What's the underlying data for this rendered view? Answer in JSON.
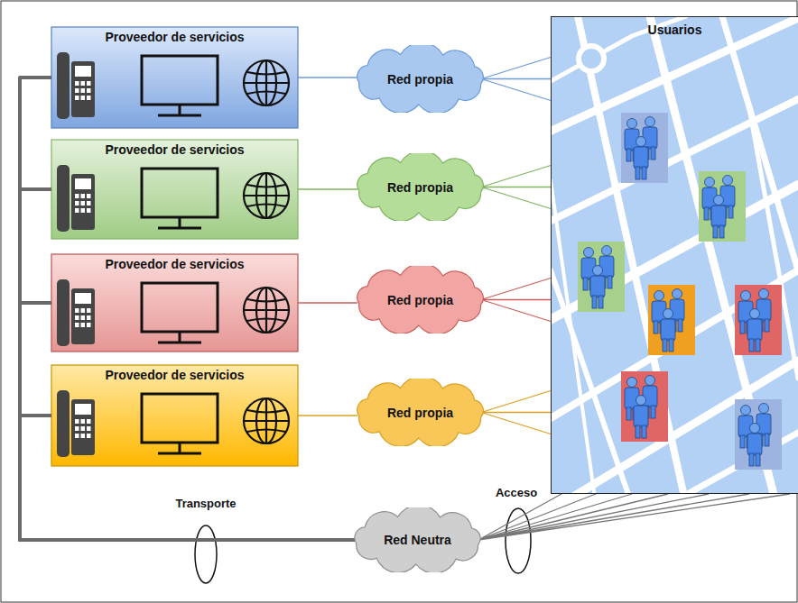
{
  "diagram": {
    "nodes": [
      {
        "text": [
          "Proveedor de servicios"
        ]
      },
      {
        "text": [
          "Red propia"
        ]
      },
      {
        "text": [
          "Usuarios"
        ]
      },
      {
        "text": [
          "Proveedor de servicios"
        ]
      },
      {
        "text": [
          "Red propia"
        ]
      },
      {
        "text": [
          "Proveedor de servicios"
        ]
      },
      {
        "text": [
          "Red propia"
        ]
      },
      {
        "text": [
          "Proveedor de servicios"
        ]
      },
      {
        "text": [
          "Red propia"
        ]
      },
      {
        "text": [
          "Red Neutra"
        ]
      }
    ],
    "edges": [
      {
        "from": 0,
        "to": 1,
        "arrow": "none"
      },
      {
        "from": 1,
        "to": 2,
        "arrow": "none"
      },
      {
        "from": 3,
        "to": 4,
        "arrow": "none"
      },
      {
        "from": 4,
        "to": 2,
        "arrow": "none"
      },
      {
        "from": 5,
        "to": 6,
        "arrow": "none"
      },
      {
        "from": 6,
        "to": 2,
        "arrow": "none"
      },
      {
        "from": 7,
        "to": 8,
        "arrow": "none"
      },
      {
        "from": 8,
        "to": 2,
        "arrow": "none"
      },
      {
        "from": 0,
        "to": 9,
        "arrow": "none"
      },
      {
        "from": 3,
        "to": 9,
        "arrow": "none"
      },
      {
        "from": 5,
        "to": 9,
        "arrow": "none"
      },
      {
        "from": 7,
        "to": 9,
        "arrow": "none"
      },
      {
        "from": 9,
        "to": 2,
        "arrow": "none"
      }
    ],
    "labels": [
      "Transporte",
      "Acceso"
    ]
  }
}
